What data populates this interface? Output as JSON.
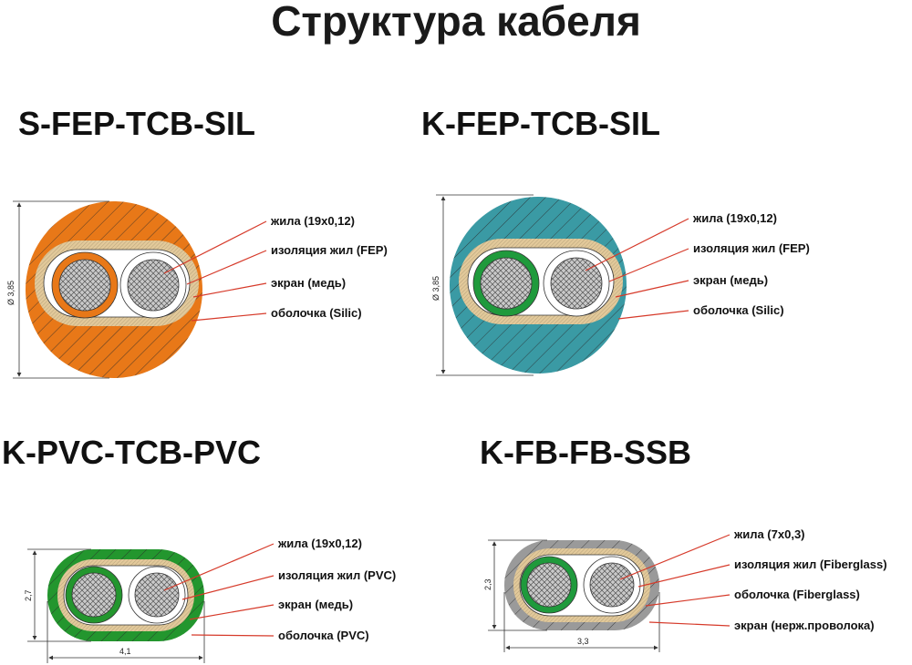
{
  "title": "Структура кабеля",
  "cables": [
    {
      "name": "S-FEP-TCB-SIL",
      "colors": {
        "jacket": "#e87818",
        "insulation_left": "#e87818",
        "insulation_right": "#ffffff",
        "screen": "#e2c99a"
      },
      "labels": [
        "жила (19х0,12)",
        "изоляция жил (FEP)",
        "экран (медь)",
        "оболочка (Silic)"
      ],
      "dimensions": [
        "Ø 3,85"
      ]
    },
    {
      "name": "K-FEP-TCB-SIL",
      "colors": {
        "jacket": "#3a9aa4",
        "insulation_left": "#1f9a3c",
        "insulation_right": "#ffffff",
        "screen": "#e2c99a"
      },
      "labels": [
        "жила (19х0,12)",
        "изоляция жил (FEP)",
        "экран (медь)",
        "оболочка (Silic)"
      ],
      "dimensions": [
        "Ø 3,85"
      ]
    },
    {
      "name": "K-PVC-TCB-PVC",
      "colors": {
        "jacket": "#23962e",
        "insulation_left": "#23962e",
        "insulation_right": "#ffffff",
        "screen": "#e2c99a"
      },
      "labels": [
        "жила (19х0,12)",
        "изоляция жил (PVC)",
        "экран (медь)",
        "оболочка (PVC)"
      ],
      "dimensions": [
        "2,7",
        "4,1"
      ]
    },
    {
      "name": "K-FB-FB-SSB",
      "colors": {
        "jacket": "#9a9a9a",
        "insulation_left": "#1f9a3c",
        "insulation_right": "#ffffff",
        "screen": "#e2c99a"
      },
      "labels": [
        "жила (7х0,3)",
        "изоляция жил (Fiberglass)",
        "оболочка (Fiberglass)",
        "экран (нерж.проволока)"
      ],
      "dimensions": [
        "2,3",
        "3,3"
      ]
    }
  ]
}
